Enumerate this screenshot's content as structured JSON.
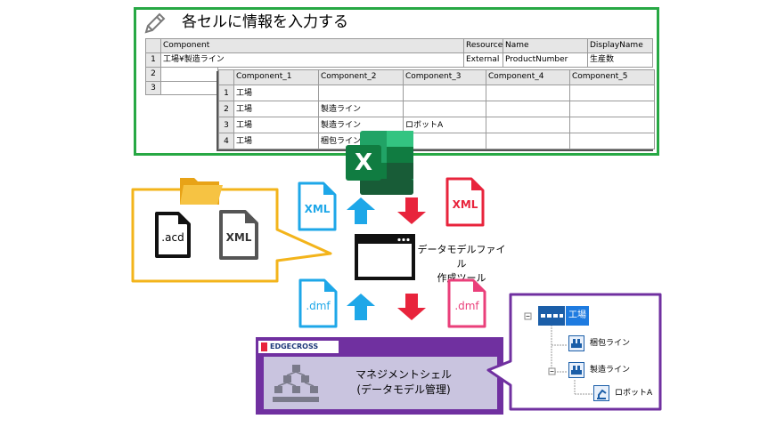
{
  "panel": {
    "title": "各セルに情報を入力する",
    "sheet1": {
      "headers": [
        "Component",
        "Resource",
        "Name",
        "DisplayName"
      ],
      "row_numbers": [
        "1",
        "2",
        "3"
      ],
      "row1": [
        "工場¥製造ライン",
        "External",
        "ProductNumber",
        "生産数"
      ]
    },
    "sheet2": {
      "headers": [
        "Component_1",
        "Component_2",
        "Component_3",
        "Component_4",
        "Component_5"
      ],
      "rows": [
        {
          "n": "1",
          "c": [
            "工場",
            "",
            "",
            "",
            ""
          ]
        },
        {
          "n": "2",
          "c": [
            "工場",
            "製造ライン",
            "",
            "",
            ""
          ]
        },
        {
          "n": "3",
          "c": [
            "工場",
            "製造ライン",
            "ロボットA",
            "",
            ""
          ]
        },
        {
          "n": "4",
          "c": [
            "工場",
            "梱包ライン",
            "",
            "",
            ""
          ]
        }
      ]
    }
  },
  "excel_letter": "X",
  "files": {
    "acd": ".acd",
    "xml": "XML",
    "dmf": ".dmf"
  },
  "tool": {
    "label_line1": "データモデルファイル",
    "label_line2": "作成ツール"
  },
  "edgecross": {
    "brand": "EDGECROSS",
    "label_line1": "マネジメントシェル",
    "label_line2": "(データモデル管理)"
  },
  "tree": {
    "root": "工場",
    "child1": "梱包ライン",
    "child2": "製造ライン",
    "grandchild": "ロボットA"
  },
  "colors": {
    "green_frame": "#27a844",
    "yellow_frame": "#f3b41b",
    "purple_frame": "#7030a0",
    "blue": "#1ea7e8",
    "red": "#e8243c",
    "pink": "#ea3f7a",
    "excel_green": "#1d6f42"
  }
}
